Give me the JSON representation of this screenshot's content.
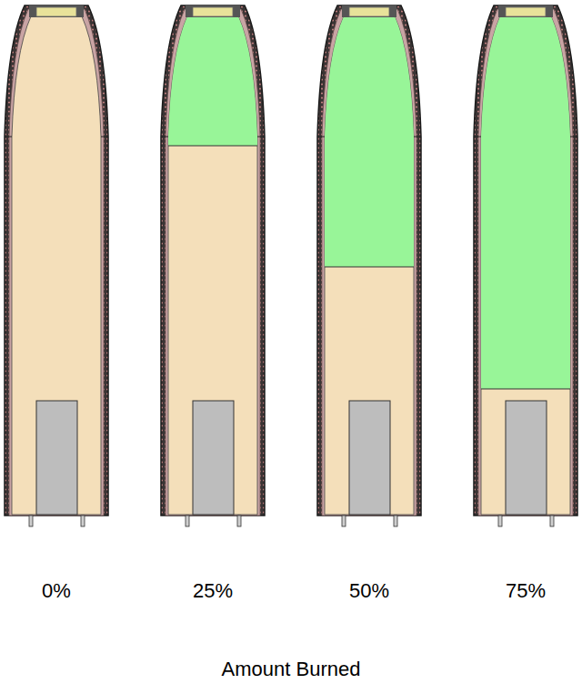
{
  "diagram": {
    "labels": [
      "0%",
      "25%",
      "50%",
      "75%"
    ],
    "caption": "Amount Burned"
  }
}
